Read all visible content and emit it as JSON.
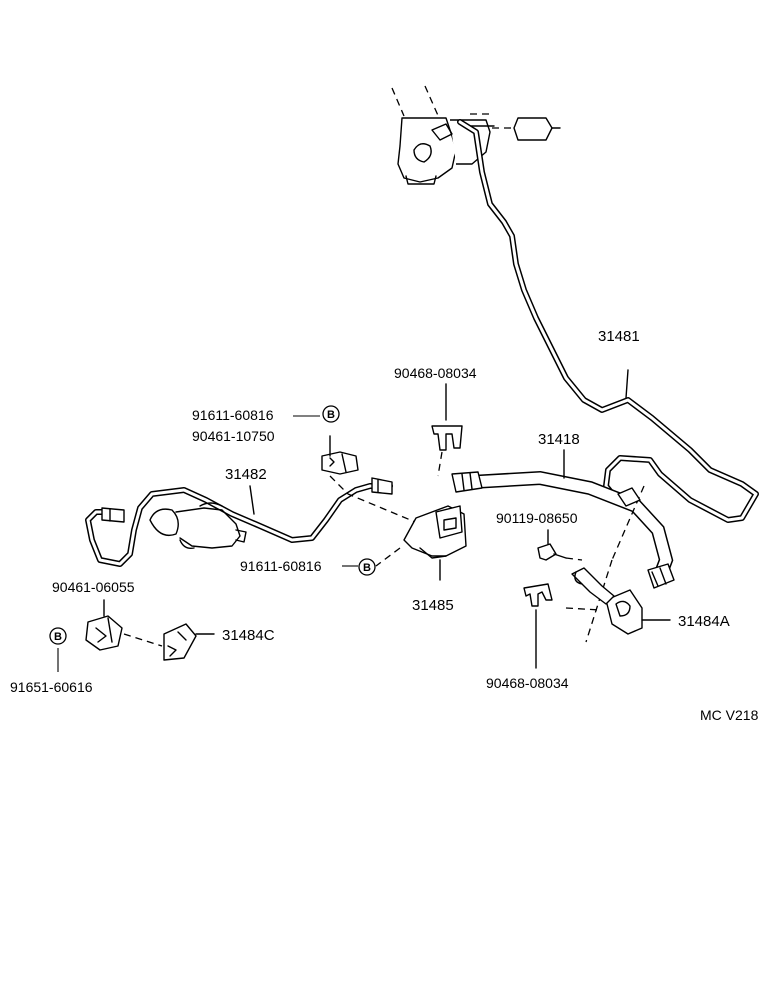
{
  "diagram": {
    "code": "MC V218",
    "bolt_marker": "B",
    "labels": {
      "p31481": "31481",
      "p90468_top": "90468-08034",
      "p91611_top": "91611-60816",
      "p90461_10750": "90461-10750",
      "p31482": "31482",
      "p31418": "31418",
      "p90119": "90119-08650",
      "p91611_mid": "91611-60816",
      "p31485": "31485",
      "p90461_06055": "90461-06055",
      "p31484C": "31484C",
      "p31484A": "31484A",
      "p90468_bottom": "90468-08034",
      "p91651": "91651-60616"
    }
  }
}
